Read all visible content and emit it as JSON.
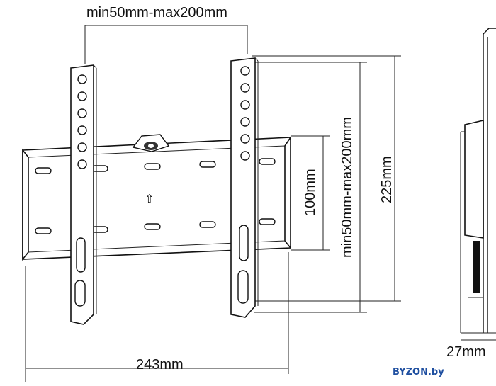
{
  "dimensions": {
    "top_width": "min50mm-max200mm",
    "bracket_height": "225mm",
    "vertical_range": "min50mm-max200mm",
    "plate_height": "100mm",
    "plate_width": "243mm",
    "depth": "27mm"
  },
  "watermark": "BYZON.by",
  "arrow_glyph": "⇧",
  "icons": {
    "up_arrow": "up-arrow-icon",
    "lock": "lock-icon"
  }
}
